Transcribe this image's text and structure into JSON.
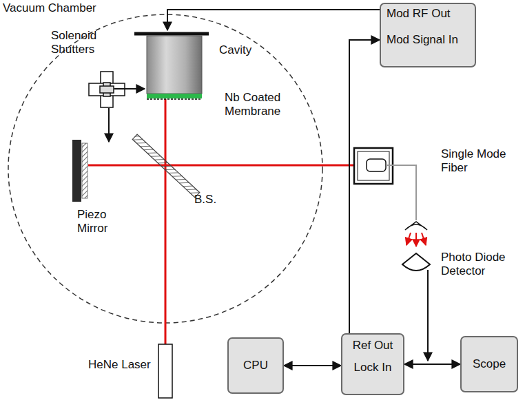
{
  "diagram": {
    "nodes": [
      {
        "text": [
          "Mod RF Out",
          "Mod Signal In"
        ]
      },
      {
        "text": [
          "CPU"
        ]
      },
      {
        "text": [
          "Ref Out",
          "Lock In"
        ]
      },
      {
        "text": [
          "Scope"
        ]
      }
    ],
    "edges": [
      {
        "from": 2,
        "to": 0,
        "arrow": "to"
      },
      {
        "from": 1,
        "to": 2,
        "arrow": "both"
      },
      {
        "from": 2,
        "to": 3,
        "arrow": "both"
      }
    ],
    "labels": [
      "Vacuum Chamber",
      "Solenoid Shutters",
      "Cavity",
      "Nb Coated Membrane",
      "Piezo Mirror",
      "B.S.",
      "Single Mode Fiber",
      "Photo Diode Detector",
      "HeNe Laser"
    ]
  }
}
